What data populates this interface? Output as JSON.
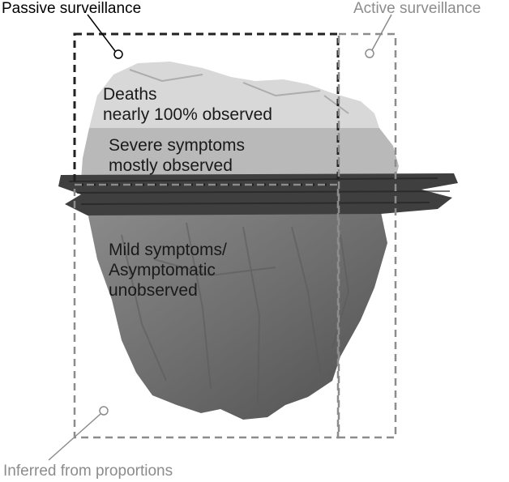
{
  "labels": {
    "passive": "Passive surveillance",
    "active": "Active surveillance",
    "inferred": "Inferred from proportions"
  },
  "tiers": {
    "deaths": [
      "Deaths",
      "nearly 100% observed"
    ],
    "severe": [
      "Severe symptoms",
      "mostly observed"
    ],
    "mild": [
      "Mild symptoms/",
      "Asymptomatic",
      "unobserved"
    ]
  },
  "colors": {
    "passive_box": "#222222",
    "active_box": "#8c8c8c",
    "inferred_box": "#8c8c8c",
    "ice_top": "#d9d9d9",
    "ice_mid": "#bdbdbd",
    "ice_under": "#7a7a7a",
    "waterline": "#3a3a3a"
  }
}
